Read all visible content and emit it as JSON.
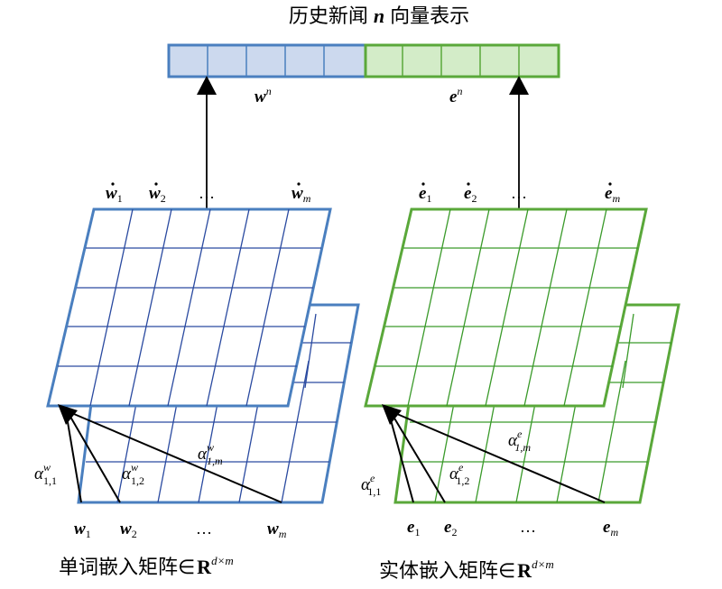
{
  "title": {
    "prefix": "历史新闻",
    "var": "n",
    "suffix": "向量表示"
  },
  "colors": {
    "blue": "#4a7fbf",
    "blue_fill": "#ccd9ee",
    "blue_grid": "#2a4aa0",
    "green": "#5aa83a",
    "green_fill": "#d3ecc8",
    "green_grid": "#3a9a2a",
    "arrow": "#000000"
  },
  "vector_labels": {
    "word": {
      "base": "w",
      "sup": "n"
    },
    "entity": {
      "base": "e",
      "sup": "n"
    }
  },
  "top_word_labels": [
    {
      "base": "w",
      "sub": "1"
    },
    {
      "base": "w",
      "sub": "2"
    },
    {
      "base": "w",
      "sub": "m"
    }
  ],
  "top_entity_labels": [
    {
      "base": "e",
      "sub": "1"
    },
    {
      "base": "e",
      "sub": "2"
    },
    {
      "base": "e",
      "sub": "m"
    }
  ],
  "ellipsis": "…",
  "bottom_word_labels": [
    {
      "base": "w",
      "sub": "1"
    },
    {
      "base": "w",
      "sub": "2"
    },
    {
      "base": "w",
      "sub": "m"
    }
  ],
  "bottom_entity_labels": [
    {
      "base": "e",
      "sub": "1"
    },
    {
      "base": "e",
      "sub": "2"
    },
    {
      "base": "e",
      "sub": "m"
    }
  ],
  "alpha_word": [
    {
      "base": "α",
      "sup": "w",
      "sub": "1,1"
    },
    {
      "base": "α",
      "sup": "w",
      "sub": "1,2"
    },
    {
      "base": "α",
      "sup": "w",
      "sub": "1,m"
    }
  ],
  "alpha_entity": [
    {
      "base": "α",
      "sup": "e",
      "sub": "1,1"
    },
    {
      "base": "α",
      "sup": "e",
      "sub": "1,2"
    },
    {
      "base": "α",
      "sup": "e",
      "sub": "1,m"
    }
  ],
  "captions": {
    "word": {
      "text": "单词嵌入矩阵∈",
      "R": "R",
      "sup": "d×m"
    },
    "entity": {
      "text": "实体嵌入矩阵∈",
      "R": "R",
      "sup": "d×m"
    }
  }
}
